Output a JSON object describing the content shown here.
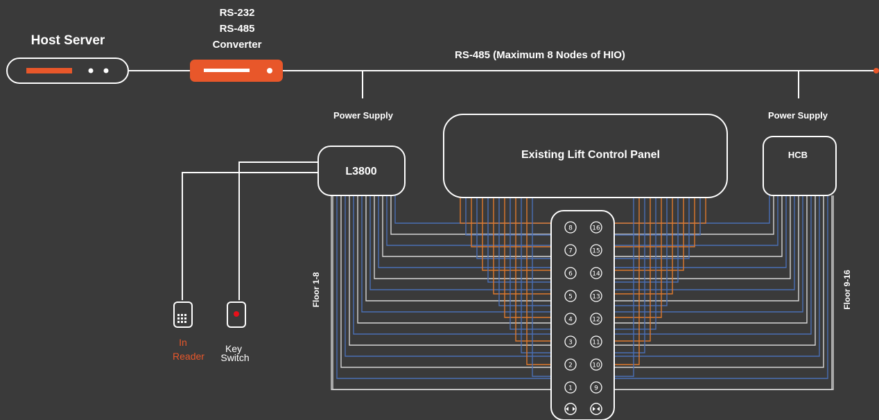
{
  "colors": {
    "background": "#3a3a3a",
    "line": "#ffffff",
    "accent": "#e8572a",
    "wire_blue": "#4a6fb5",
    "wire_orange": "#e07a2c",
    "wire_white": "#d8d8d8"
  },
  "host_server": {
    "label": "Host Server",
    "icon": "server-icon"
  },
  "converter": {
    "line1": "RS-232",
    "line2": "RS-485",
    "line3": "Converter",
    "icon": "converter-icon"
  },
  "bus": {
    "label": "RS-485 (Maximum 8 Nodes of HIO)"
  },
  "power_left": {
    "label": "Power Supply"
  },
  "power_right": {
    "label": "Power Supply"
  },
  "l3800": {
    "label": "L3800"
  },
  "lift_panel": {
    "label": "Existing Lift Control Panel"
  },
  "hcb": {
    "label": "HCB"
  },
  "floors_left": {
    "label": "Floor 1-8"
  },
  "floors_right": {
    "label": "Floor 9-16"
  },
  "reader": {
    "line1": "In",
    "line2": "Reader",
    "icon": "keypad-icon"
  },
  "key_switch": {
    "line1": "Key",
    "line2": "Switch",
    "icon": "key-switch-icon"
  },
  "buttons": {
    "left_column": [
      "⑧",
      "⑦",
      "⑥",
      "⑤",
      "④",
      "③",
      "②",
      "①"
    ],
    "right_column": [
      "⑯",
      "⑮",
      "⑭",
      "⑬",
      "⑫",
      "⑪",
      "⑩",
      "⑨"
    ],
    "door_open_icon": "door-open-icon",
    "door_close_icon": "door-close-icon"
  }
}
